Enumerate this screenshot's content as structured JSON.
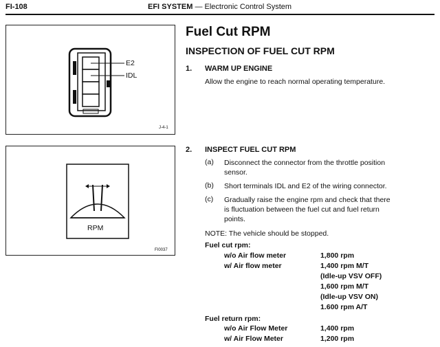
{
  "header": {
    "page_code": "FI-108",
    "section_title": "EFI SYSTEM",
    "section_subtitle": "— Electronic Control System"
  },
  "figure1": {
    "label_e2": "E2",
    "label_idl": "IDL",
    "fig_id": "J-4-1"
  },
  "figure2": {
    "gauge_label": "RPM",
    "fig_id": "FI0037"
  },
  "main": {
    "title": "Fuel Cut RPM",
    "subtitle": "INSPECTION OF FUEL CUT RPM",
    "step1": {
      "number": "1.",
      "title": "WARM UP ENGINE",
      "text": "Allow the engine to reach normal operating temperature."
    },
    "step2": {
      "number": "2.",
      "title": "INSPECT FUEL CUT RPM",
      "a_letter": "(a)",
      "a_line1": "Disconnect the connector from the throttle position",
      "a_line2": "sensor.",
      "b_letter": "(b)",
      "b_text": "Short terminals IDL and E2 of the wiring connector.",
      "c_letter": "(c)",
      "c_line1": "Gradually raise the engine rpm and check that there",
      "c_line2": "is fluctuation between the fuel cut and fuel return",
      "c_line3": "points."
    },
    "note": "NOTE:   The vehicle should be stopped.",
    "fuel_cut": {
      "heading": "Fuel cut rpm:",
      "row1_label": "w/o Air flow meter",
      "row1_value": "1,800 rpm",
      "row2_label": "w/ Air flow meter",
      "row2_values": [
        "1,400 rpm M/T",
        "(Idle-up VSV OFF)",
        "1,600 rpm M/T",
        "(Idle-up VSV ON)",
        "1.600 rpm A/T"
      ]
    },
    "fuel_return": {
      "heading": "Fuel return rpm:",
      "row1_label": "w/o Air Flow Meter",
      "row1_value": "1,400 rpm",
      "row2_label": "w/ Air Flow Meter",
      "row2_value": "1,200 rpm"
    }
  }
}
